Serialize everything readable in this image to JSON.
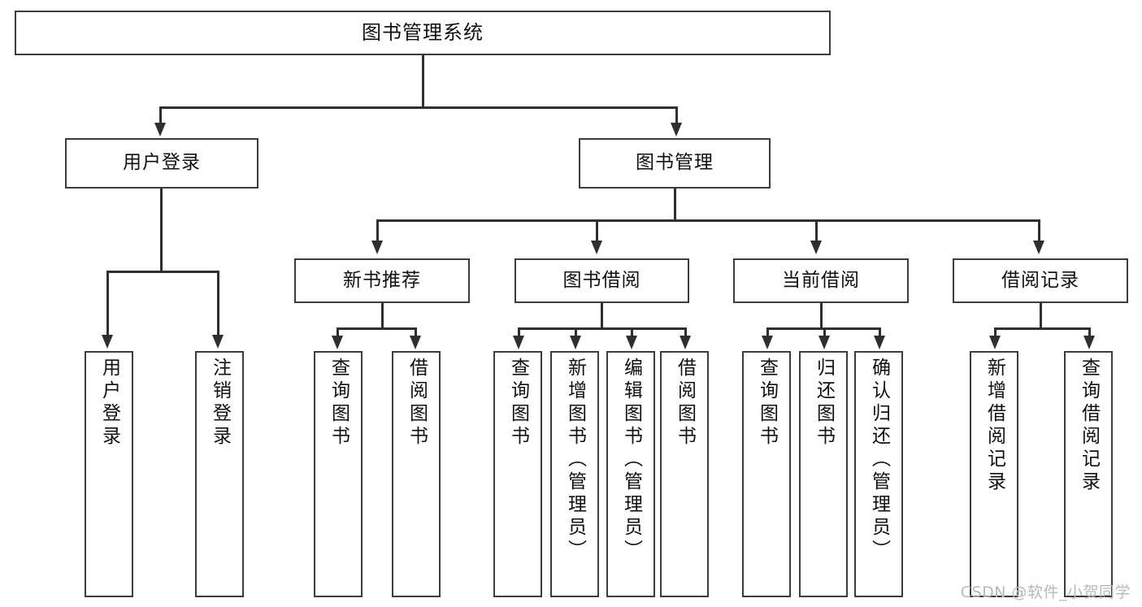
{
  "diagram": {
    "title": "图书管理系统",
    "type": "function-structure-tree",
    "watermark": "CSDN @软件_小贺同学",
    "colors": {
      "background": "#ffffff",
      "border": "#3c3c3c",
      "connector": "#2f2f2f",
      "text": "#101010",
      "watermark": "#b9b9b9"
    },
    "root": {
      "label": "图书管理系统"
    },
    "level2": [
      {
        "label": "用户登录"
      },
      {
        "label": "图书管理"
      }
    ],
    "level3": [
      {
        "label": "新书推荐"
      },
      {
        "label": "图书借阅"
      },
      {
        "label": "当前借阅"
      },
      {
        "label": "借阅记录"
      }
    ],
    "leaves": {
      "user_login": [
        {
          "label": "用户登录"
        },
        {
          "label": "注销登录"
        }
      ],
      "new_book_recommend": [
        {
          "label": "查询图书"
        },
        {
          "label": "借阅图书"
        }
      ],
      "book_borrow": [
        {
          "label": "查询图书"
        },
        {
          "label": "新增图书（管理员）"
        },
        {
          "label": "编辑图书（管理员）"
        },
        {
          "label": "借阅图书"
        }
      ],
      "current_borrow": [
        {
          "label": "查询图书"
        },
        {
          "label": "归还图书"
        },
        {
          "label": "确认归还（管理员）"
        }
      ],
      "borrow_record": [
        {
          "label": "新增借阅记录"
        },
        {
          "label": "查询借阅记录"
        }
      ]
    }
  }
}
